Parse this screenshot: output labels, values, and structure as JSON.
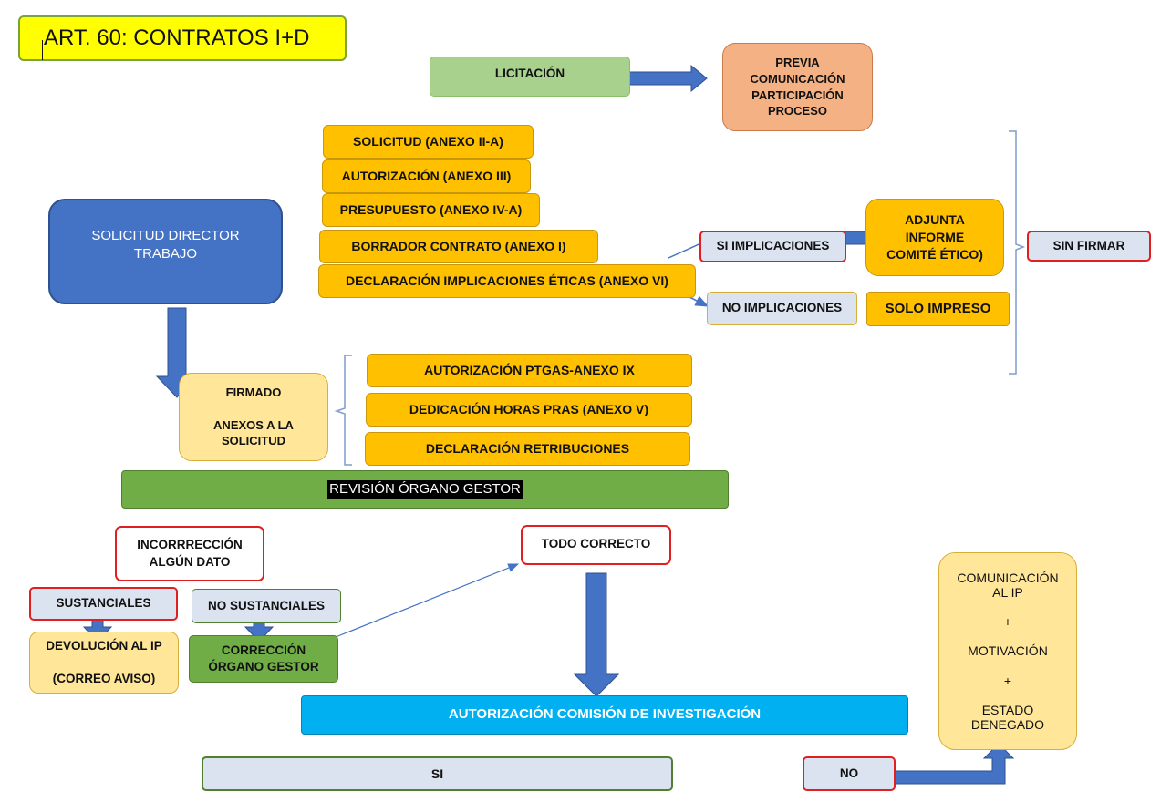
{
  "title": "ART. 60: CONTRATOS I+D",
  "licitacion": "LICITACIÓN",
  "previa": "PREVIA\nCOMUNICACIÓN\nPARTICIPACIÓN\nPROCESO",
  "solicitud_director": "SOLICITUD DIRECTOR\nTRABAJO",
  "anexos_solicitud": [
    "SOLICITUD (ANEXO II-A)",
    "AUTORIZACIÓN (ANEXO III)",
    "PRESUPUESTO (ANEXO IV-A)",
    "BORRADOR CONTRATO (ANEXO I)",
    "DECLARACIÓN IMPLICACIONES ÉTICAS (ANEXO VI)"
  ],
  "si_implicaciones": "SI IMPLICACIONES",
  "no_implicaciones": "NO IMPLICACIONES",
  "adjunta": "ADJUNTA\nINFORME\nCOMITÉ ÉTICO)",
  "solo_impreso": "SOLO IMPRESO",
  "sin_firmar": "SIN FIRMAR",
  "firmado": "FIRMADO\n\nANEXOS A LA\nSOLICITUD",
  "anexos_firmados": [
    "AUTORIZACIÓN PTGAS-ANEXO IX",
    "DEDICACIÓN HORAS PRAS (ANEXO V)",
    "DECLARACIÓN RETRIBUCIONES"
  ],
  "revision": "REVISIÓN ÓRGANO GESTOR",
  "incorreccion": "INCORRRECCIÓN\nALGÚN DATO",
  "sustanciales": "SUSTANCIALES",
  "no_sustanciales": "NO SUSTANCIALES",
  "devolucion": "DEVOLUCIÓN AL IP\n\n(CORREO AVISO)",
  "correccion": "CORRECCIÓN\nÓRGANO GESTOR",
  "todo_correcto": "TODO CORRECTO",
  "autorizacion_comision": "AUTORIZACIÓN COMISIÓN DE INVESTIGACIÓN",
  "si": "SI",
  "no": "NO",
  "comunicacion": "COMUNICACIÓN\nAL IP\n\n+\n\nMOTIVACIÓN\n\n+\n\nESTADO\nDENEGADO",
  "colors": {
    "gold": "#FFC000",
    "light_gold": "#FFE699",
    "green": "#70AD47",
    "blue_box": "#4472C4",
    "cyan": "#00B0F0",
    "orange": "#F4B183",
    "arrow": "#4472C4",
    "red_border": "#E02020",
    "title_bg": "#FFFF00"
  }
}
